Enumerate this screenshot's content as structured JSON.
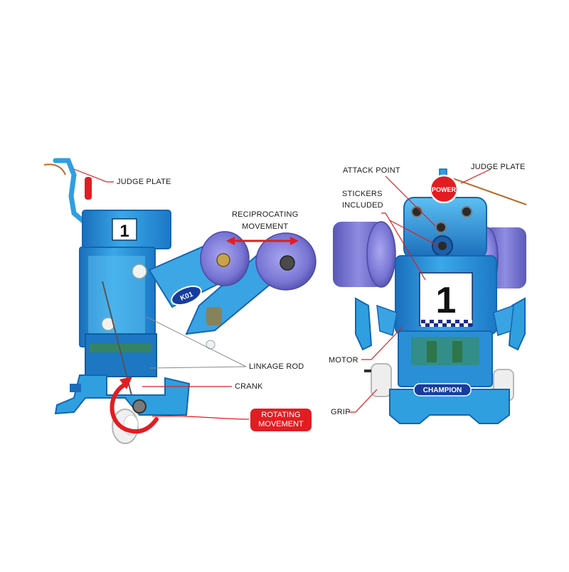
{
  "colors": {
    "body_blue": "#2f9fe0",
    "body_blue_dark": "#1466b0",
    "body_blue_light": "#9fdcff",
    "wheel_purple": "#7b79d6",
    "wheel_purple_dark": "#4c49a8",
    "leader_red": "#e11d22",
    "label_text": "#1a1a1a"
  },
  "left_robot": {
    "labels": {
      "judge_plate": "JUDGE PLATE",
      "reciprocating_line1": "RECIPROCATING",
      "reciprocating_line2": "MOVEMENT",
      "linkage_rod": "LINKAGE ROD",
      "crank": "CRANK",
      "rotating_line1": "ROTATING",
      "rotating_line2": "MOVEMENT"
    },
    "number_card": "1",
    "badge": "K01"
  },
  "right_robot": {
    "labels": {
      "attack_point": "ATTACK POINT",
      "judge_plate": "JUDGE PLATE",
      "stickers_line1": "STICKERS",
      "stickers_line2": "INCLUDED",
      "motor": "MOTOR",
      "grip": "GRIP"
    },
    "power_plate": "POWER",
    "number_card": "1",
    "champion_badge": "CHAMPION"
  }
}
